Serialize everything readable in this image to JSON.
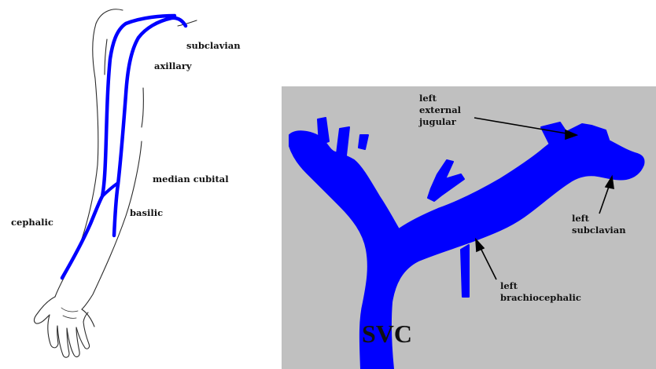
{
  "arm_diagram": {
    "labels": {
      "subclavian": "subclavian",
      "axillary": "axillary",
      "median_cubital": "median cubital",
      "cephalic": "cephalic",
      "basilic": "basilic"
    }
  },
  "chest_diagram": {
    "labels": {
      "left_external_jugular": "left\nexternal\njugular",
      "left_subclavian": "left\nsubclavian",
      "left_brachiocephalic": "left\nbrachiocephalic",
      "svc": "SVC"
    }
  },
  "colors": {
    "vein": "#0000ff",
    "panel_background": "#c0c0c0",
    "outline": "#2b2b2b",
    "label_text": "#111111"
  }
}
